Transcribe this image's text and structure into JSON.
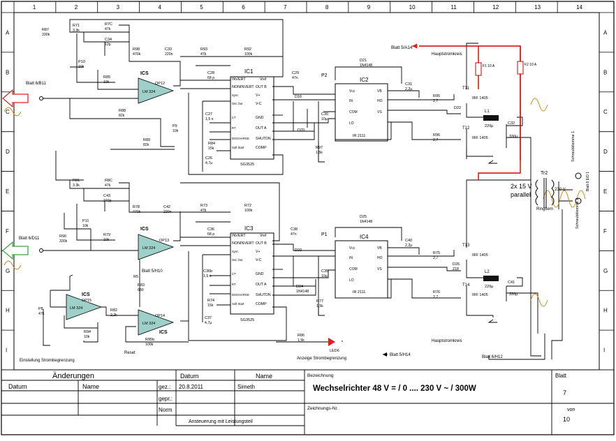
{
  "frame": {
    "columns": [
      "1",
      "2",
      "3",
      "4",
      "5",
      "6",
      "7",
      "8",
      "9",
      "10",
      "11",
      "12",
      "13",
      "14"
    ],
    "rows": [
      "A",
      "B",
      "C",
      "D",
      "E",
      "F",
      "G",
      "H",
      "I"
    ]
  },
  "title_block": {
    "aenderungen": "Änderungen",
    "datum_hdr": "Datum",
    "name_hdr": "Name",
    "col_datum": "Datum",
    "col_name": "Name",
    "gez_label": "gez.:",
    "gez_date": "20.8.2011",
    "gez_name": "Simeth",
    "gepr_label": "gepr.:",
    "norm_label": "Norm",
    "bezeichnung_label": "Bezeichnung",
    "title": "Wechselrichter 48 V =  /  0 .... 230 V ~  /  300W",
    "zeichnungs_label": "Zeichnungs-Nr.",
    "blatt_label": "Blatt",
    "blatt_value": "7",
    "von_label": "von",
    "von_value": "10",
    "subtitle": "Ansteuerung mit Leistungsteil"
  },
  "labels": {
    "blatt_6b11": "Blatt 6/B11",
    "blatt_6d11": "Blatt 6/D11",
    "blatt_5a14": "Blatt 5/A14",
    "blatt_5h14": "Blatt 5/H14",
    "blatt_5h10": "Blatt 5/H10",
    "blatt_6h12": "Blatt 6/H12",
    "hauptstromkreis_top": "Hauptstromkreis",
    "hauptstromkreis_bot": "Hauptstromkreis",
    "einstellung": "Einstellung Strombegrenzung",
    "anzeige": "Anzeige Strombegrenzung",
    "reset": "Reset",
    "ringkern": "Ringkern",
    "parallel_1": "2x 15 V",
    "parallel_2": "parallel",
    "tr2": "Tr2",
    "v230": "230 V",
    "schraub1": "Schraubklemme 1",
    "schraub2": "Schraubklemme 2",
    "blatt8": "Blatt 8 E/D 1",
    "ic1": "IC1",
    "ic2": "IC2",
    "ic3": "IC3",
    "ic4": "IC4",
    "ic1_part": "SG3525",
    "ic3_part": "SG3525",
    "ic2_part": "IR 2111",
    "ic4_part": "IR 2111",
    "p1": "P1",
    "p2": "P2",
    "ics": "ICS",
    "op12": "OP12",
    "op13": "OP13",
    "op14": "OP14",
    "op15": "OP15",
    "lm324": "LM 324",
    "t11": "T11",
    "t12": "T12",
    "t13": "T13",
    "t14": "T14",
    "irf": "IRF 1405",
    "l1": "L1",
    "l2": "L2",
    "l_val": "220µ",
    "c32": "C32",
    "c41": "C41",
    "c_val": "330µ",
    "f1": "F1 10 A",
    "f2": "F2 10 A",
    "led6": "LED6",
    "d_diode": "1N4148",
    "z18": "Z18"
  },
  "sg_pins": [
    "INVERT",
    "NONINVERT",
    "Sync",
    "Osc Out",
    "CT",
    "RT",
    "DISCHARGE",
    "Soft Start",
    "Vref",
    "OUT B",
    "V+",
    "V-C",
    "GND",
    "OUT A",
    "SHUTDN",
    "COMP"
  ],
  "ir_pins": [
    "Vcc",
    "IN",
    "COM",
    "LO",
    "VB",
    "HO",
    "VS"
  ],
  "components_top": [
    {
      "ref": "R87",
      "val": "330k"
    },
    {
      "ref": "R71",
      "val": "3.3k"
    },
    {
      "ref": "R7C",
      "val": "47k"
    },
    {
      "ref": "C34",
      "val": "12p"
    },
    {
      "ref": "R98",
      "val": "470k"
    },
    {
      "ref": "C33",
      "val": "220n"
    },
    {
      "ref": "R93",
      "val": "47k"
    },
    {
      "ref": "R92",
      "val": "100k"
    },
    {
      "ref": "P10",
      "val": "10k"
    },
    {
      "ref": "R85",
      "val": "10k"
    },
    {
      "ref": "R88",
      "val": "82k"
    },
    {
      "ref": "R89",
      "val": "82k"
    },
    {
      "ref": "P9",
      "val": "10k"
    },
    {
      "ref": "C28",
      "val": "68 p"
    },
    {
      "ref": "C27",
      "val": "1,5 n"
    },
    {
      "ref": "R84",
      "val": "15k"
    },
    {
      "ref": "C26",
      "val": "4,7µ"
    },
    {
      "ref": "C29",
      "val": "47n"
    },
    {
      "ref": "D16",
      "val": ""
    },
    {
      "ref": "D20",
      "val": ""
    },
    {
      "ref": "C30",
      "val": "10µ"
    },
    {
      "ref": "R97",
      "val": "1,5k"
    },
    {
      "ref": "D21",
      "val": "1N4148"
    },
    {
      "ref": "C31",
      "val": "2,2µ"
    },
    {
      "ref": "R95",
      "val": "2,7"
    },
    {
      "ref": "R96",
      "val": "2,7"
    },
    {
      "ref": "D22",
      "val": ""
    }
  ],
  "components_bottom": [
    {
      "ref": "R81",
      "val": "3.3k"
    },
    {
      "ref": "R8C",
      "val": "47k"
    },
    {
      "ref": "C43",
      "val": "240p"
    },
    {
      "ref": "R78",
      "val": "470k"
    },
    {
      "ref": "C42",
      "val": "220n"
    },
    {
      "ref": "R73",
      "val": "47k"
    },
    {
      "ref": "R72",
      "val": "100k"
    },
    {
      "ref": "P11",
      "val": "10k"
    },
    {
      "ref": "R90",
      "val": "330k"
    },
    {
      "ref": "R79",
      "val": "10k"
    },
    {
      "ref": "C36",
      "val": "68 p"
    },
    {
      "ref": "C36b",
      "val": "1,5 n"
    },
    {
      "ref": "R74",
      "val": "15k"
    },
    {
      "ref": "C37",
      "val": "4,7µ"
    },
    {
      "ref": "C38",
      "val": "47n"
    },
    {
      "ref": "D23",
      "val": ""
    },
    {
      "ref": "D24",
      "val": "1N4148"
    },
    {
      "ref": "C35",
      "val": "10µ"
    },
    {
      "ref": "R77",
      "val": "1,5k"
    },
    {
      "ref": "D25",
      "val": "1N4148"
    },
    {
      "ref": "C40",
      "val": "2,2µ"
    },
    {
      "ref": "R75",
      "val": "2,7"
    },
    {
      "ref": "R76",
      "val": "2,7"
    },
    {
      "ref": "D26",
      "val": "Z18"
    },
    {
      "ref": "R5",
      "val": ""
    },
    {
      "ref": "R83",
      "val": "680"
    },
    {
      "ref": "R82",
      "val": "2,2k"
    },
    {
      "ref": "R94",
      "val": "10k"
    },
    {
      "ref": "R95b",
      "val": "100k"
    },
    {
      "ref": "R86",
      "val": "1,5k"
    },
    {
      "ref": "P8",
      "val": "47k"
    }
  ],
  "colors": {
    "wire": "#000000",
    "main_current": "#d00000",
    "ics_label": "#4a6fd6",
    "opamp_fill": "#9ecfc8",
    "arrow_red": "#e02020",
    "arrow_green": "#3aa03a",
    "sine": "#c98a1a",
    "chip_outline": "#000000"
  }
}
